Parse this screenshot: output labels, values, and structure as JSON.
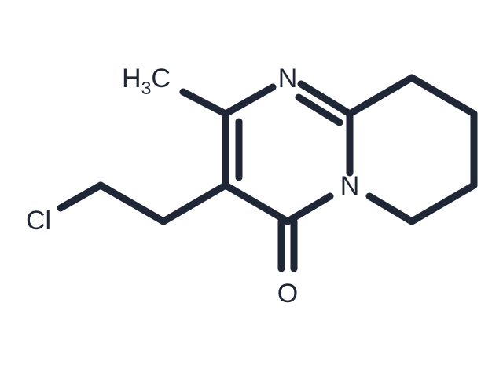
{
  "molecule": {
    "ink_color": "#1f2635",
    "background_color": "#ffffff",
    "atoms": {
      "methyl": {
        "element": "H",
        "subscript": "3",
        "suffix": "C"
      },
      "n_top": "N",
      "n_bridge": "N",
      "oxygen": "O",
      "chlorine": "Cl"
    }
  }
}
